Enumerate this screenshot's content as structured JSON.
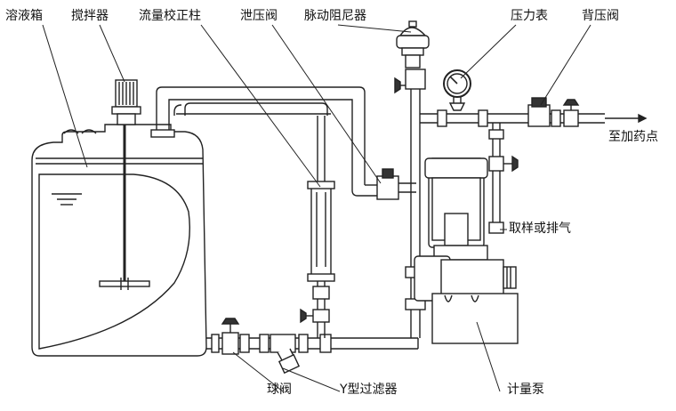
{
  "labels": {
    "tank": "溶液箱",
    "mixer": "搅拌器",
    "flow_column": "流量校正柱",
    "relief_valve": "泄压阀",
    "pulsation_damper": "脉动阻尼器",
    "pressure_gauge": "压力表",
    "back_pressure_valve": "背压阀",
    "to_dosing_point": "至加药点",
    "sampling_vent": "取样或排气",
    "ball_valve": "球阀",
    "y_strainer": "Y型过滤器",
    "metering_pump": "计量泵"
  },
  "colors": {
    "line": "#222222",
    "pipe_fill": "#ffffff",
    "background": "#ffffff"
  }
}
